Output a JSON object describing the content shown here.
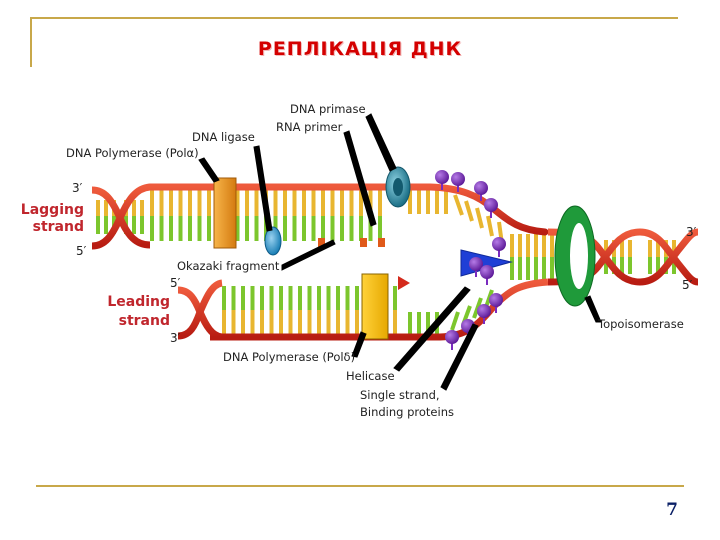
{
  "slide": {
    "title": "РЕПЛІКАЦІЯ ДНК",
    "page_number": "7"
  },
  "diagram": {
    "labels": {
      "dna_primase": "DNA primase",
      "rna_primer": "RNA primer",
      "dna_ligase": "DNA ligase",
      "dna_polymerase_alpha": "DNA Polymerase (Polα)",
      "okazaki_fragment": "Okazaki fragment",
      "dna_polymerase_delta": "DNA Polymerase (Polδ)",
      "helicase": "Helicase",
      "ssb_line1": "Single strand,",
      "ssb_line2": "Binding proteins",
      "topoisomerase": "Topoisomerase"
    },
    "strands": {
      "lagging_line1": "Lagging",
      "lagging_line2": "strand",
      "leading_line1": "Leading",
      "leading_line2": "strand"
    },
    "ends": {
      "lag_top_left": "3′",
      "lag_bottom_left": "5′",
      "lead_top_left": "5′",
      "lead_bottom_left": "3′",
      "right_top": "3′",
      "right_bottom": "5′"
    },
    "colors": {
      "backbone": "#d42a1c",
      "rung_green": "#7cc62d",
      "rung_yellow": "#e8b630",
      "polymerase": "#f29a1e",
      "helicase": "#1f3fd6",
      "topoisomerase": "#1f9a3a",
      "primase": "#2a8fa6",
      "ssb_protein": "#7a2bbf"
    }
  }
}
